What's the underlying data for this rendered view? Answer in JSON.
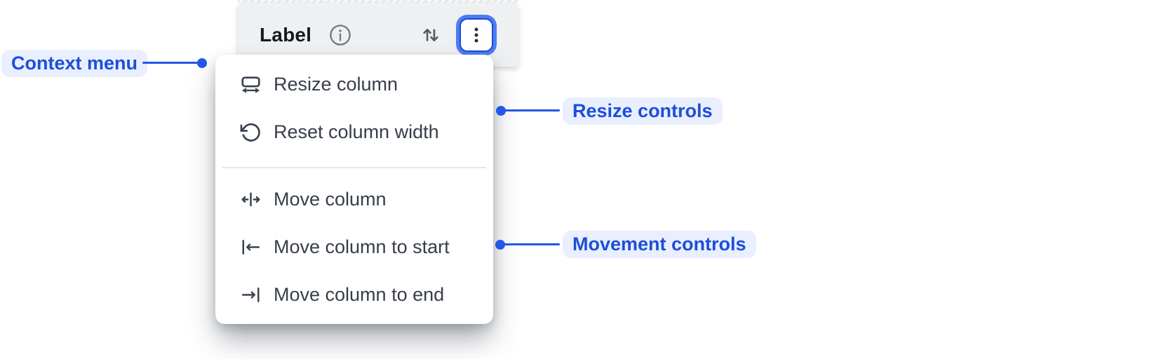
{
  "header": {
    "label": "Label",
    "icons": {
      "info": "info-icon",
      "sort": "sort-arrows-icon",
      "menu": "kebab-menu-icon"
    }
  },
  "menu": {
    "items": [
      {
        "icon": "resize-column-icon",
        "label": "Resize column"
      },
      {
        "icon": "reset-column-width-icon",
        "label": "Reset column width"
      },
      {
        "icon": "move-column-icon",
        "label": "Move column"
      },
      {
        "icon": "move-column-to-start-icon",
        "label": "Move column to start"
      },
      {
        "icon": "move-column-to-end-icon",
        "label": "Move column to end"
      }
    ]
  },
  "annotations": {
    "context_menu": {
      "label": "Context menu"
    },
    "resize_controls": {
      "label": "Resize controls"
    },
    "movement_controls": {
      "label": "Movement controls"
    }
  },
  "colors": {
    "accent_blue": "#2357e6",
    "annotation_text": "#1c4fd9",
    "annotation_bg": "#e9efff",
    "header_bg": "#eff0f2",
    "focus_ring": "#4d7cf3",
    "menu_text": "#373e49"
  }
}
